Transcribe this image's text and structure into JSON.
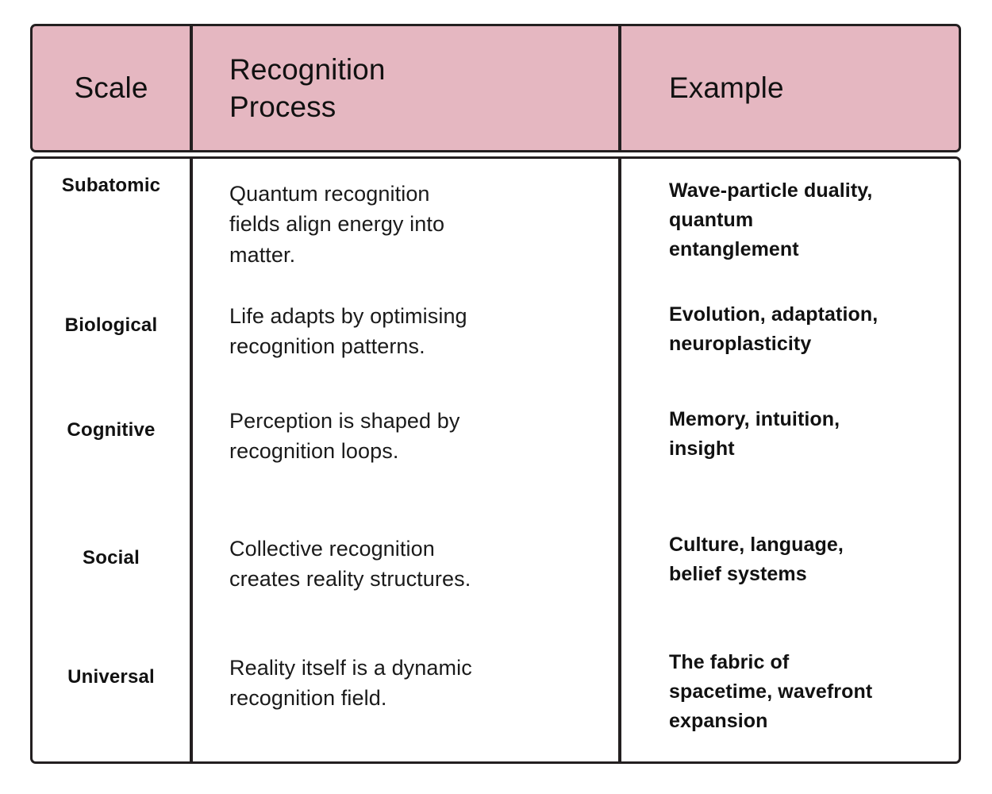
{
  "table": {
    "accent_header_color": "#e5b7c1",
    "border_color": "#231f20",
    "text_color": "#111111",
    "columns": [
      {
        "key": "scale",
        "label": "Scale"
      },
      {
        "key": "process",
        "label_line1": "Recognition",
        "label_line2": "Process"
      },
      {
        "key": "example",
        "label": "Example"
      }
    ],
    "rows": [
      {
        "scale": "Subatomic",
        "process_lines": [
          "Quantum recognition",
          "fields align energy into",
          "matter."
        ],
        "example_lines": [
          "Wave-particle duality,",
          "quantum",
          "entanglement"
        ]
      },
      {
        "scale": "Biological",
        "process_lines": [
          "Life adapts by optimising",
          "recognition patterns."
        ],
        "example_lines": [
          "Evolution, adaptation,",
          "neuroplasticity"
        ]
      },
      {
        "scale": "Cognitive",
        "process_lines": [
          "Perception is shaped by",
          "recognition loops."
        ],
        "example_lines": [
          "Memory, intuition,",
          "insight"
        ]
      },
      {
        "scale": "Social",
        "process_lines": [
          "Collective recognition",
          "creates reality structures."
        ],
        "example_lines": [
          "Culture, language,",
          "belief systems"
        ]
      },
      {
        "scale": "Universal",
        "process_lines": [
          "Reality itself is a dynamic",
          "recognition field."
        ],
        "example_lines": [
          "The fabric of",
          "spacetime, wavefront",
          "expansion"
        ]
      }
    ]
  }
}
